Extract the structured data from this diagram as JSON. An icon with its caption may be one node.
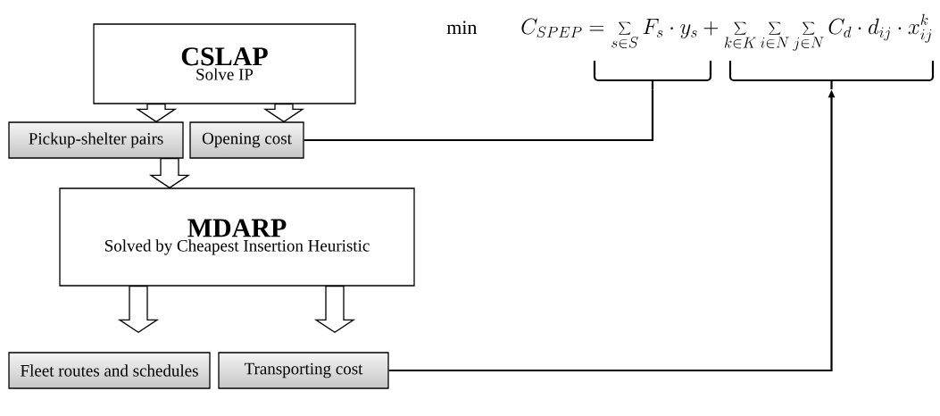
{
  "diagram": {
    "nodes": [
      {
        "text": [
          "CSLAP",
          "Solve IP"
        ]
      },
      {
        "text": [
          "Pickup-shelter pairs"
        ]
      },
      {
        "text": [
          "Opening cost"
        ]
      },
      {
        "text": [
          "MDARP",
          "Solved by Cheapest Insertion Heuristic"
        ]
      },
      {
        "text": [
          "Fleet routes and schedules"
        ]
      },
      {
        "text": [
          "Transporting cost"
        ]
      },
      {
        "text": [],
        "shape": "brace"
      },
      {
        "text": [],
        "shape": "brace"
      }
    ],
    "edges": [
      {
        "from": 0,
        "to": 1,
        "arrow": "to",
        "style": "thick"
      },
      {
        "from": 0,
        "to": 2,
        "arrow": "to",
        "style": "thick"
      },
      {
        "from": 1,
        "to": 3,
        "arrow": "to",
        "style": "thick"
      },
      {
        "from": 3,
        "to": 4,
        "arrow": "to",
        "style": "thick"
      },
      {
        "from": 3,
        "to": 5,
        "arrow": "to",
        "style": "thick"
      },
      {
        "from": 2,
        "to": 6,
        "arrow": "none"
      },
      {
        "from": 5,
        "to": 7,
        "arrow": "to"
      }
    ],
    "labels": [
      "min",
      "C_{SPEP}=\\sum_{s\\in S}F_s\\cdot y_s+\\sum_{k\\in K}\\sum_{i\\in N}\\sum_{j\\in N}C_d\\cdot d_{ij}\\cdot x_{ij}^{k}"
    ]
  }
}
